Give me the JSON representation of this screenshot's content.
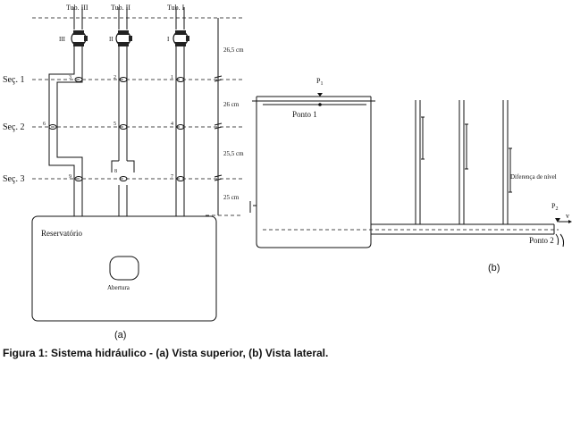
{
  "view_a": {
    "tubes": {
      "tub3": "Tub. III",
      "tub2": "Tub. II",
      "tub1": "Tub. I"
    },
    "valves": {
      "v3": "III",
      "v2": "II",
      "v1": "I"
    },
    "sections": {
      "s1": "Seç. 1",
      "s2": "Seç. 2",
      "s3": "Seç. 3"
    },
    "points": [
      "1",
      "2",
      "3",
      "4",
      "5",
      "6",
      "7",
      "8",
      "9"
    ],
    "dimensions": {
      "d1": "26,5 cm",
      "d2": "26 cm",
      "d3": "25,5 cm",
      "d4": "25 cm"
    },
    "reservoir": "Reservatório",
    "opening": "Abertura",
    "label": "(a)"
  },
  "view_b": {
    "p1": "P",
    "p1_sub": "1",
    "point1": "Ponto 1",
    "level_diff": "Diferença de nível",
    "p2": "P",
    "p2_sub": "2",
    "v": "v",
    "point2": "Ponto 2",
    "label": "(b)"
  },
  "caption": "Figura 1: Sistema hidráulico - (a) Vista superior, (b) Vista lateral."
}
